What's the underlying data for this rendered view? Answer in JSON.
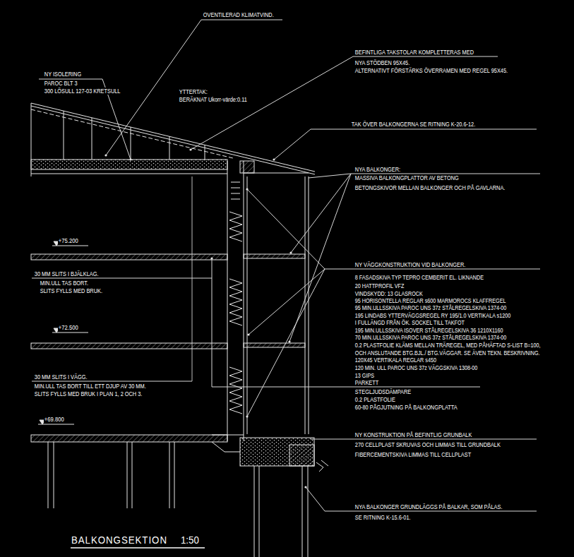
{
  "diagram": {
    "title": "BALKONGSEKTION",
    "labels": [
      "OVENTILERAD KLIMATVIND.",
      "BEFINTLIGA TAKSTOLAR KOMPLETTERAS MED",
      "NYA STÖDBEN 95X45.",
      "ALTERNATIVT FÖRSTÄRKS ÖVERRAMEN MED REGEL 95X45.",
      "NY ISOLERING",
      "PAROC BLT 3",
      "300 LÖSULL 127-03 KRETSULL",
      "YTTERTAK:",
      "BERÄKNAT Ukorr-värde:0.11",
      "TAK ÖVER BALKONGERNA SE RITNING K-20.6-12.",
      "NYA BALKONGER:",
      "MASSIVA BALKONGPLATTOR AV BETONG",
      "BETONGSKIVOR MELLAN BALKONGER OCH PÅ GAVLARNA.",
      "+75.200",
      "NY VÄGGKONSTRUKTION VID BALKONGER.",
      "30 MM SLITS I BJÄLKLAG.",
      "MIN.ULL TAS BORT.",
      "SLITS FYLLS MED BRUK.",
      "8 FASADSKIVA  TYP TEPRO CEMBERIT EL. LIKNANDE",
      "20 HATTPROFIL VFZ",
      "VINDSKYDD: 13 GLASROCK",
      "95 HORISONTELLA REGLAR s600 MARMOROCS KLAFFREGEL",
      "95 MIN.ULLSSKIVA PAROC UNS 37z STÅLREGELSKIVA 1374-00",
      "195 LINDABS YTTERVÄGGSREGEL RY 195/1.0 VERTIKALA s1200",
      "I FULLÄNGD FRÅN ÖK. SOCKEL TILL TAKFOT",
      "195 MIN.ULLSSKIVA ISOVER STÅLREGELSKIVA 36  1210X1160",
      "70 MIN.ULLSSKIVA PAROC UNS 37z STÅLREGELSKIVA 1374-00",
      "0.2 PLASTFOLIE KLÄMS MELLAN TRÄREGEL, MED PÅHÄFTAD S-LIST B=100,",
      "OCH ANSLUTANDE BTG.BJL./ BTG.VÄGGAR. SE ÄVEN TEKN. BESKRIVNING.",
      "120X45 VERTIKALA REGLAR s450",
      "120 MIN. ULL PAROC UNS 37z VÄGGSKIVA 1308-00",
      "13 GIPS",
      "+72.500",
      "30 MM SLITS I VÄGG.",
      "MIN.ULL TAS BORT TILL ETT DJUP AV 30 MM.",
      "SLITS FYLLS MED BRUK I PLAN 1, 2 OCH 3.",
      "PARKETT",
      "STEGLJUDSDÄMPARE",
      "0.2 PLASTFOLIE",
      "60-80 PÅGJUTNING PÅ BALKONGPLATTA",
      "+69.800",
      "NY KONSTRUKTION PÅ BEFINTLIG GRUNBALK",
      "270 CELLPLAST SKRUVAS OCH LIMMAS TILL GRUNDBALK",
      "FIBERCEMENTSKIVA LIMMAS TILL CELLPLAST",
      "NYA BALKONGER GRUNDLÄGGS PÅ BALKAR, SOM PÅLAS.",
      "SE RITNING K-15.6-01.",
      "1:50"
    ]
  }
}
